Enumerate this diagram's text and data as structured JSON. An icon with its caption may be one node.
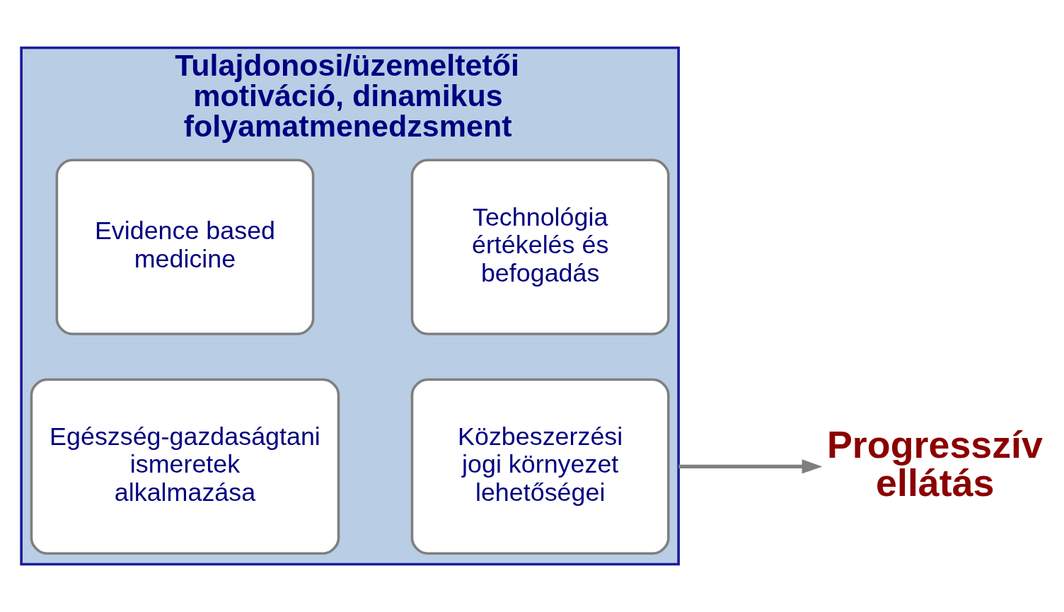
{
  "diagram": {
    "nodes": [
      {
        "text": [
          "Tulajdonosi/üzemeltetői motiváció, dinamikus folyamatmenedzsment"
        ]
      },
      {
        "text": [
          "Evidence based medicine"
        ],
        "in": 0
      },
      {
        "text": [
          "Technológia értékelés és befogadás"
        ],
        "in": 0
      },
      {
        "text": [
          "Egészség-gazdaságtani ismeretek alkalmazása"
        ],
        "in": 0
      },
      {
        "text": [
          "Közbeszerzési jogi környezet lehetőségei"
        ],
        "in": 0
      },
      {
        "text": [
          "Progresszív ellátás"
        ]
      }
    ],
    "edges": [
      {
        "from": 0,
        "to": 5,
        "arrow": "to"
      }
    ]
  }
}
